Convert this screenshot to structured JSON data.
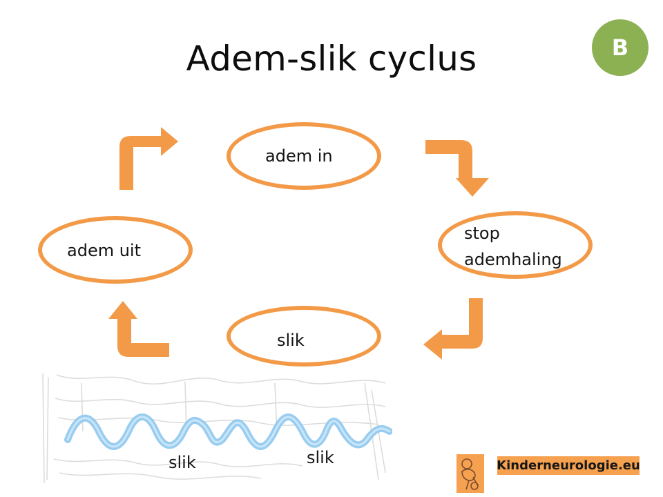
{
  "title": "Adem-slik cyclus",
  "badge": "B",
  "nodes": {
    "top": "adem in",
    "right_line1": "stop",
    "right_line2": "ademhaling",
    "bottom": "slik",
    "left": "adem uit"
  },
  "wave_labels": [
    "slik",
    "slik"
  ],
  "brand": "Kinderneurologie.eu",
  "icons": {
    "arrows": "elbow-arrow-icon",
    "wave": "breathing-wave-icon",
    "logo": "kinderneurologie-logo-icon"
  },
  "colors": {
    "accent": "#f39a48",
    "badge": "#8cb153",
    "wave": "#8ec8ee",
    "brand_bg": "#f6a14f"
  }
}
